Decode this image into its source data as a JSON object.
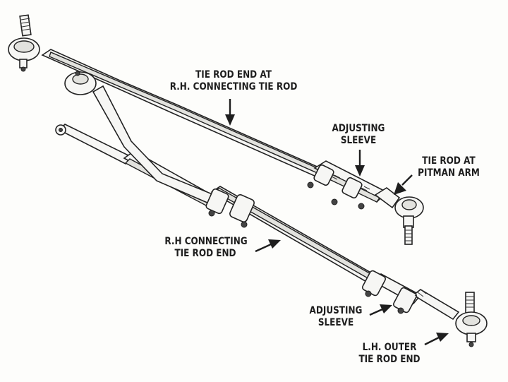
{
  "labels": {
    "tie_rod_end_rh": {
      "line1": "TIE ROD END AT",
      "line2": "R.H. CONNECTING TIE ROD"
    },
    "adjusting_sleeve_upper": {
      "line1": "ADJUSTING",
      "line2": "SLEEVE"
    },
    "tie_rod_pitman": {
      "line1": "TIE ROD AT",
      "line2": "PITMAN ARM"
    },
    "rh_connecting_end": {
      "line1": "R.H CONNECTING",
      "line2": "TIE ROD END"
    },
    "adjusting_sleeve_lower": {
      "line1": "ADJUSTING",
      "line2": "SLEEVE"
    },
    "lh_outer_end": {
      "line1": "L.H. OUTER",
      "line2": "TIE ROD END"
    }
  },
  "colors": {
    "ink": "#1e1e1e",
    "metal": "#f6f6f4",
    "shade": "#e2e2de",
    "background": "#fdfdfb"
  }
}
